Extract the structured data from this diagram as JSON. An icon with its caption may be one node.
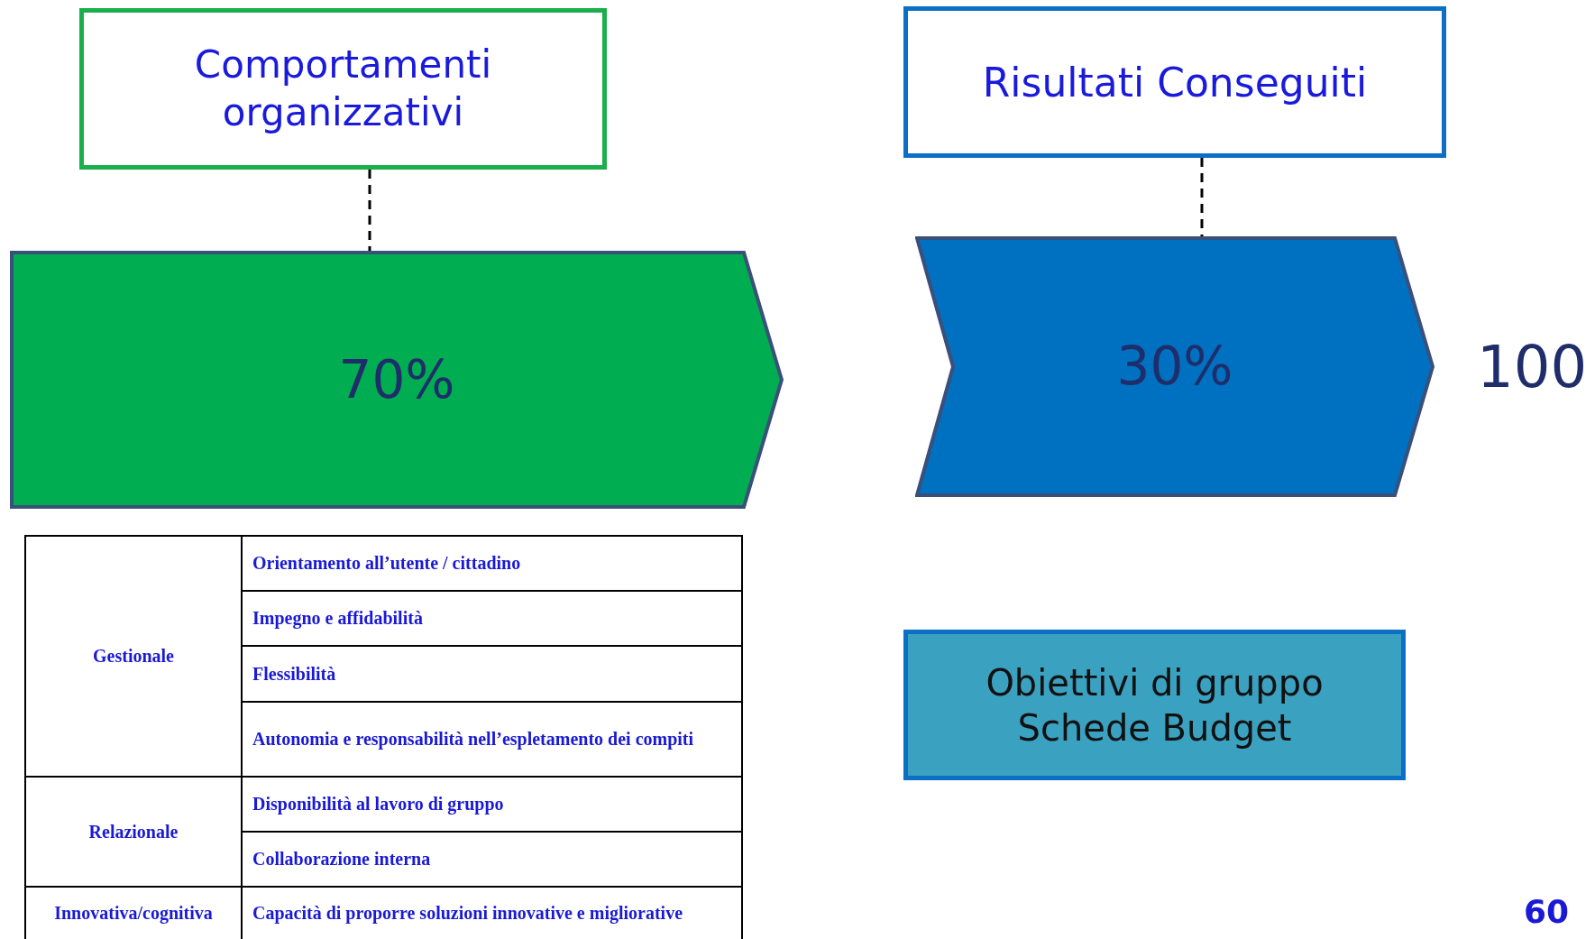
{
  "diagram": {
    "nodes": [
      {
        "text": [
          "Comportamenti organizzativi"
        ]
      },
      {
        "text": [
          "70%"
        ]
      },
      {
        "text": [
          "Risultati  Conseguiti"
        ]
      },
      {
        "text": [
          "30%"
        ]
      },
      {
        "text": [
          "Obiettivi di gruppo Schede Budget"
        ]
      }
    ],
    "edges": [
      {
        "from": 0,
        "to": 1,
        "arrow": "none",
        "style": "dashed"
      },
      {
        "from": 2,
        "to": 3,
        "arrow": "none",
        "style": "dashed"
      }
    ],
    "labels": [
      "100",
      "Gestionale",
      "Orientamento all’utente / cittadino",
      "Impegno e affidabilità",
      "Flessibilità",
      "Autonomia e responsabilità nell’espletamento dei compiti",
      "Relazionale",
      "Disponibilità al lavoro di gruppo",
      "Collaborazione interna",
      "Innovativa/cognitiva",
      "Capacità di proporre soluzioni innovative e migliorative",
      "60"
    ]
  }
}
